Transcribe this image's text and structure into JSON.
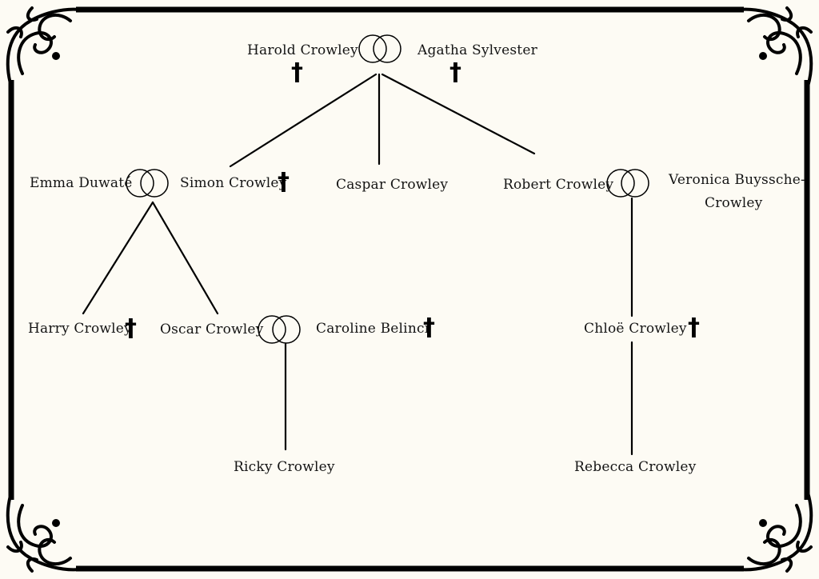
{
  "people": {
    "harold": "Harold Crowley",
    "agatha": "Agatha Sylvester",
    "emma": "Emma Duwaté",
    "simon": "Simon Crowley",
    "caspar": "Caspar Crowley",
    "robert": "Robert Crowley",
    "veronica_line1": "Veronica Buyssche-",
    "veronica_line2": "Crowley",
    "harry": "Harry Crowley",
    "oscar": "Oscar Crowley",
    "caroline": "Caroline Belinci",
    "chloe": "Chloë Crowley",
    "ricky": "Ricky Crowley",
    "rebecca": "Rebecca Crowley"
  },
  "symbols": {
    "deceased": "†",
    "deceased_icon": "cross-icon",
    "marriage_icon": "wedding-rings-icon"
  },
  "colors": {
    "background": "#fdfbf4",
    "ink": "#000000"
  }
}
